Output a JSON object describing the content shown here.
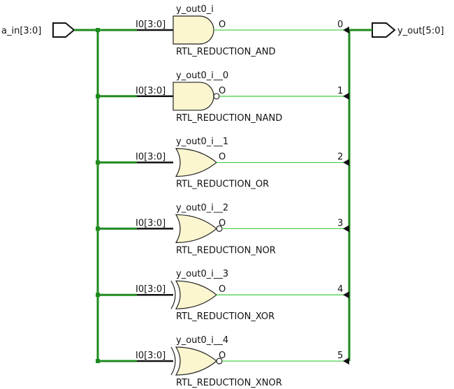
{
  "input_port": {
    "label": "a_in[3:0]"
  },
  "output_port": {
    "label": "y_out[5:0]"
  },
  "colors": {
    "bus": "#1e8a1e",
    "wire": "#4fd04f",
    "gate_fill": "#fbf6cf",
    "stroke": "#222222"
  },
  "cells": [
    {
      "instance": "y_out0_i",
      "type": "RTL_REDUCTION_AND",
      "shape": "and",
      "inverted": false,
      "input_pin": "I0[3:0]",
      "output_pin": "O",
      "bit": "0"
    },
    {
      "instance": "y_out0_i__0",
      "type": "RTL_REDUCTION_NAND",
      "shape": "and",
      "inverted": true,
      "input_pin": "I0[3:0]",
      "output_pin": "O",
      "bit": "1"
    },
    {
      "instance": "y_out0_i__1",
      "type": "RTL_REDUCTION_OR",
      "shape": "or",
      "inverted": false,
      "input_pin": "I0[3:0]",
      "output_pin": "O",
      "bit": "2"
    },
    {
      "instance": "y_out0_i__2",
      "type": "RTL_REDUCTION_NOR",
      "shape": "or",
      "inverted": true,
      "input_pin": "I0[3:0]",
      "output_pin": "O",
      "bit": "3"
    },
    {
      "instance": "y_out0_i__3",
      "type": "RTL_REDUCTION_XOR",
      "shape": "xor",
      "inverted": false,
      "input_pin": "I0[3:0]",
      "output_pin": "O",
      "bit": "4"
    },
    {
      "instance": "y_out0_i__4",
      "type": "RTL_REDUCTION_XNOR",
      "shape": "xor",
      "inverted": true,
      "input_pin": "I0[3:0]",
      "output_pin": "O",
      "bit": "5"
    }
  ]
}
